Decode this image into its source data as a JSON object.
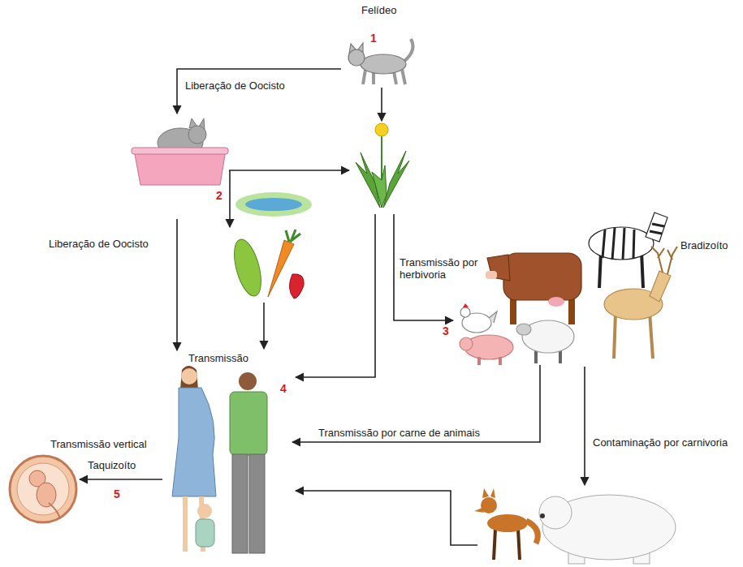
{
  "diagram": {
    "nodes": [
      {
        "text": [
          "Felídeo",
          "1"
        ]
      },
      {
        "text": [
          "2"
        ]
      },
      {
        "text": [
          "3",
          "Bradizoíto"
        ]
      },
      {
        "text": [
          "Transmissão",
          "4"
        ]
      },
      {
        "text": [
          "Taquizoíto",
          "5"
        ]
      }
    ],
    "edges": [
      {
        "from": 0,
        "to": 1,
        "arrow": "to",
        "label": "Liberação de Oocisto"
      },
      {
        "from": 1,
        "to": 3,
        "arrow": "to",
        "label": "Liberação de Oocisto"
      },
      {
        "from": 2,
        "to": 3,
        "arrow": "to",
        "label": "Transmissão por carne de animais"
      },
      {
        "from": 3,
        "to": 4,
        "arrow": "to",
        "label": "Transmissão vertical"
      }
    ],
    "labels": [
      "Transmissão por herbivoria",
      "Contaminação por carnivoria"
    ]
  }
}
